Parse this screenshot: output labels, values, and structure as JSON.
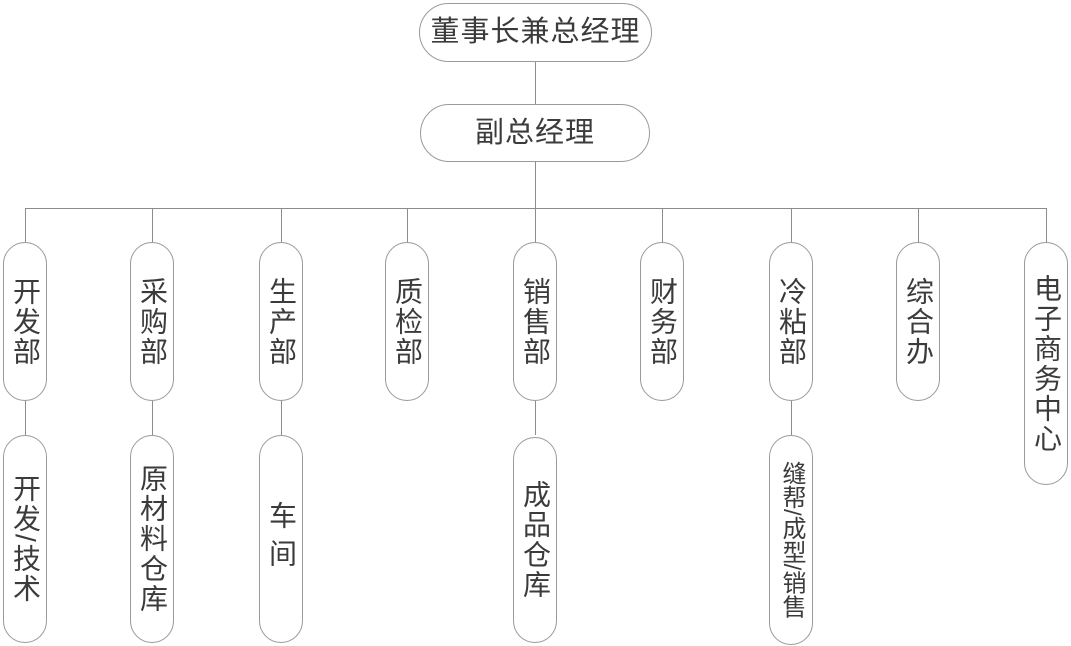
{
  "org_chart": {
    "root": {
      "label": "董事长兼总经理"
    },
    "deputy": {
      "label": "副总经理"
    },
    "departments": [
      {
        "label": "开发部",
        "sub": "开发/技术"
      },
      {
        "label": "采购部",
        "sub": "原材料仓库"
      },
      {
        "label": "生产部",
        "sub": "车间"
      },
      {
        "label": "质检部",
        "sub": ""
      },
      {
        "label": "销售部",
        "sub": "成品仓库"
      },
      {
        "label": "财务部",
        "sub": ""
      },
      {
        "label": "冷粘部",
        "sub": "缝帮/成型/销售"
      },
      {
        "label": "综合办",
        "sub": ""
      },
      {
        "label": "电子商务中心",
        "sub": ""
      }
    ],
    "colors": {
      "bg": "#ffffff",
      "border": "#9a9a9a",
      "line": "#8c8c8c",
      "text": "#3b3b3b"
    }
  }
}
